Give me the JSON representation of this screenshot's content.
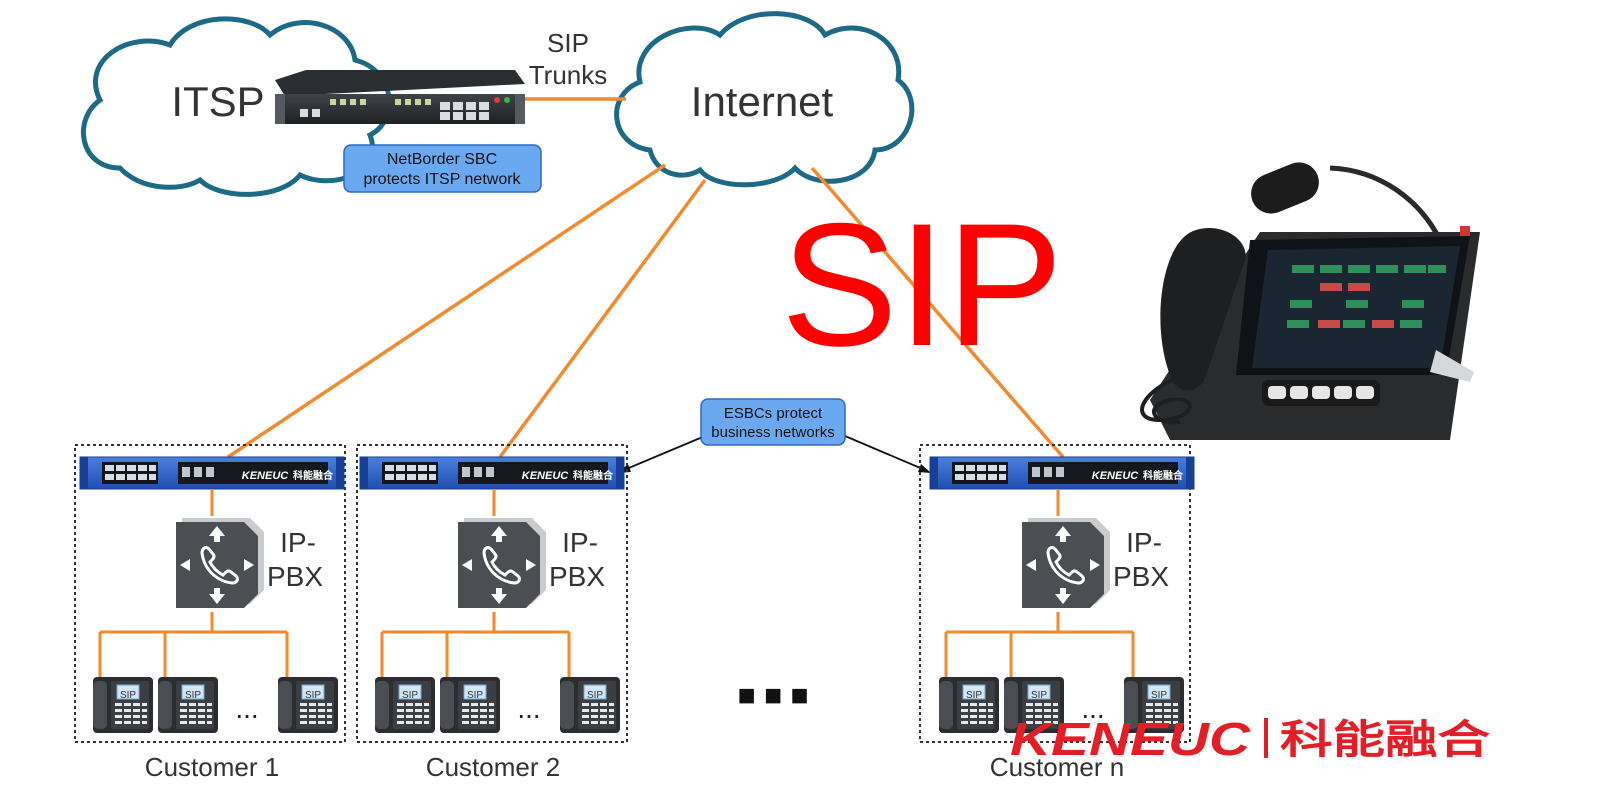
{
  "clouds": {
    "itsp": "ITSP",
    "internet": "Internet"
  },
  "link_label": [
    "SIP",
    "Trunks"
  ],
  "callouts": {
    "netborder": [
      "NetBorder SBC",
      "protects ITSP network"
    ],
    "esbc": [
      "ESBCs protect",
      "business networks"
    ]
  },
  "big_title": "SIP",
  "sbc_brand": "KENEUC",
  "sbc_brand_cn": "科能融合",
  "pbx_label": [
    "IP-",
    "PBX"
  ],
  "phone_label": "SIP",
  "ellipsis_small": "...",
  "ellipsis_large": "■ ■ ■",
  "customers": [
    "Customer 1",
    "Customer 2",
    "Customer n"
  ],
  "logo": {
    "latin": "KENEUC",
    "chinese": "科能融合"
  },
  "colors": {
    "cloud_stroke": "#1d6a86",
    "link_orange": "#f28a2e",
    "callout_fill": "#6aa9f0",
    "callout_stroke": "#2c6bbf",
    "sip_red": "#ff0000",
    "sbc_blue": "#2b63c9",
    "pbx_gray": "#4b4e52",
    "logo_red": "#e41e26"
  }
}
